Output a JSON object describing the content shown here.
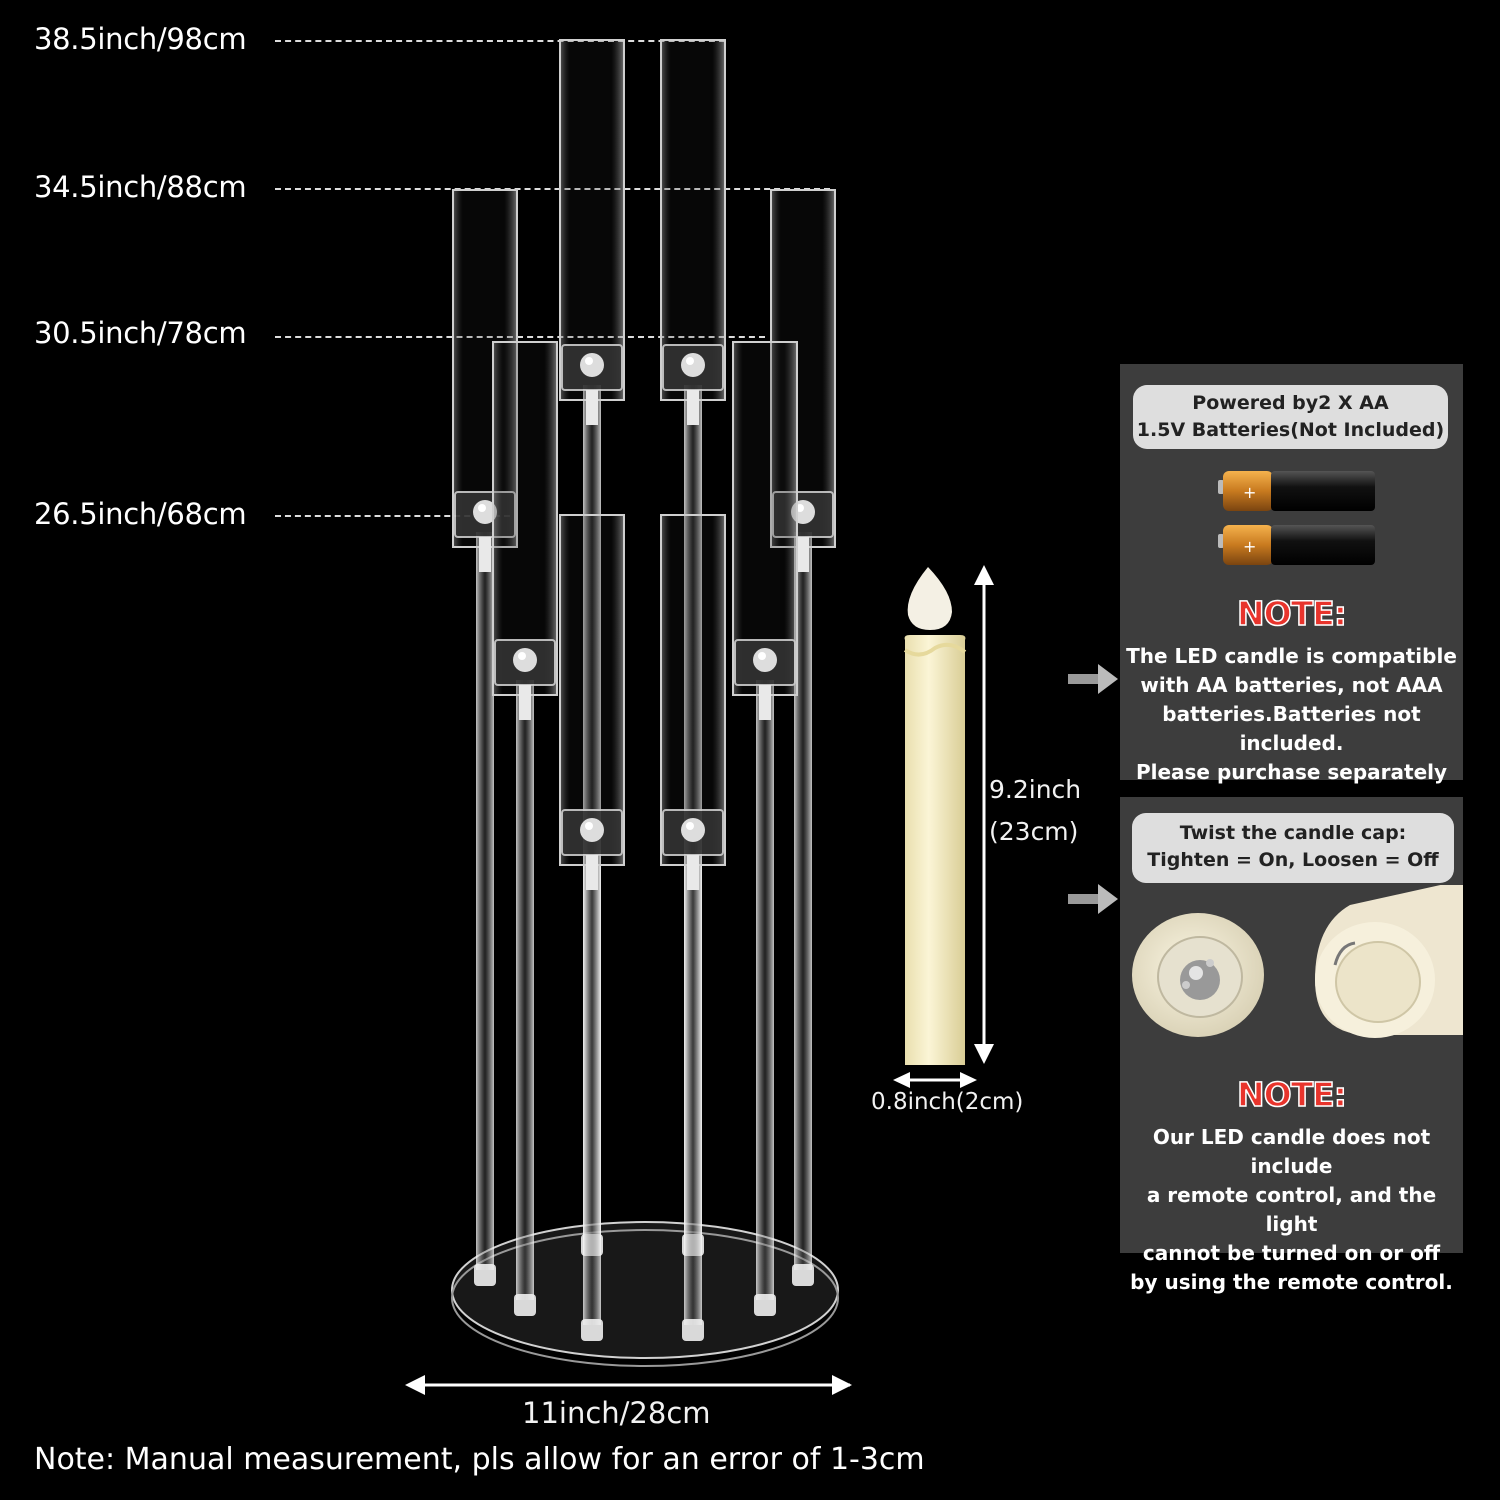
{
  "heights": [
    {
      "label": "38.5inch/98cm"
    },
    {
      "label": "34.5inch/88cm"
    },
    {
      "label": "30.5inch/78cm"
    },
    {
      "label": "26.5inch/68cm"
    }
  ],
  "candle": {
    "height_label_1": "9.2inch",
    "height_label_2": "(23cm)",
    "width_label": "0.8inch(2cm)"
  },
  "base": {
    "width_label": "11inch/28cm"
  },
  "battery_panel": {
    "pill_line1": "Powered by2 X AA",
    "pill_line2": "1.5V Batteries(Not Included)",
    "note_title": "NOTE:",
    "note_text": "The LED candle is compatible\nwith AA batteries, not AAA\nbatteries.Batteries not included.\nPlease purchase separately"
  },
  "cap_panel": {
    "pill_line1": "Twist the candle cap:",
    "pill_line2": "Tighten = On, Loosen = Off",
    "note_title": "NOTE:",
    "note_text": "Our LED candle does not include\na remote control, and the light\ncannot be turned on or off\nby using the remote control."
  },
  "footnote": "Note: Manual measurement, pls allow for an error of 1-3cm",
  "colors": {
    "background": "#000000",
    "panel": "#3d3d3d",
    "note_red": "#e8342c",
    "candle": "#f5edc4"
  }
}
